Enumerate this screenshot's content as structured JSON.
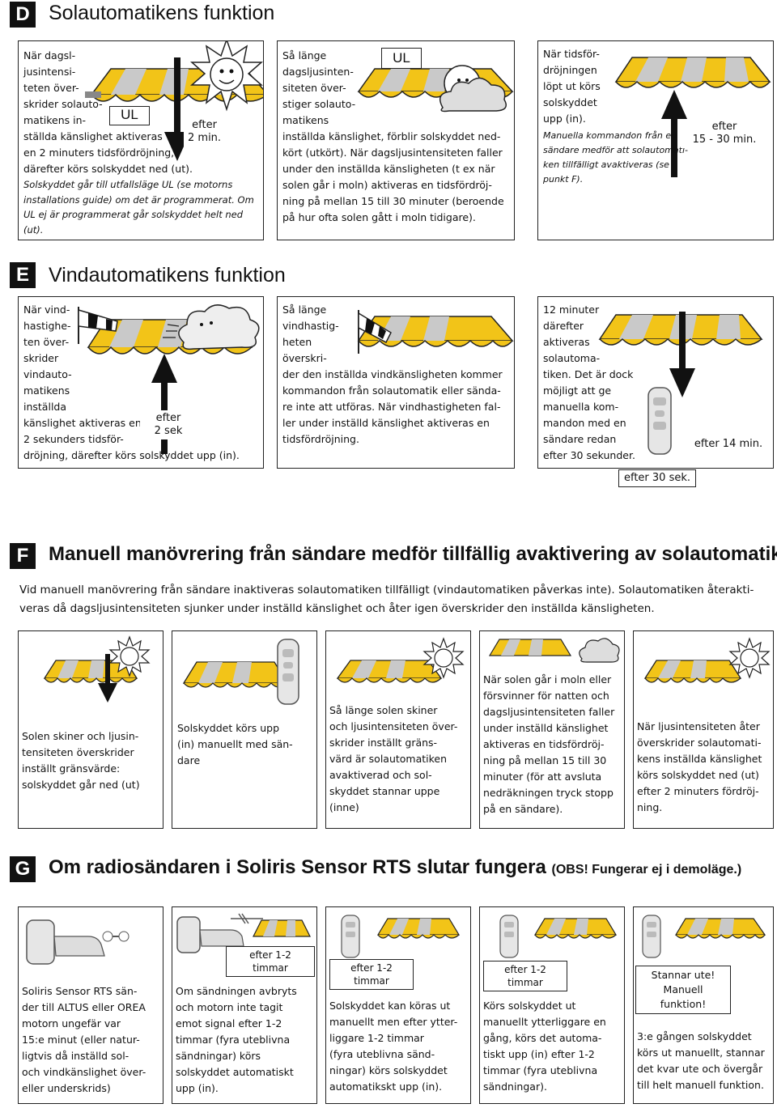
{
  "sections": {
    "d": {
      "letter": "D",
      "title": "Solautomatikens funktion"
    },
    "e": {
      "letter": "E",
      "title": "Vindautomatikens funktion"
    },
    "f": {
      "letter": "F",
      "title": "Manuell manövrering från sändare medför tillfällig avaktivering av solautomatik.",
      "intro": "Vid manuell manövrering från sändare inaktiveras solautomatiken tillfälligt (vindautomatiken påverkas inte). Solautomatiken återakti-\nveras då dagsljusintensiteten sjunker under inställd känslighet och åter igen överskrider den inställda känsligheten."
    },
    "g": {
      "letter": "G",
      "title": "Om radiosändaren i Soliris Sensor RTS slutar fungera",
      "note": "(OBS! Fungerar ej i demoläge.)"
    }
  },
  "d_panels": [
    {
      "text": "När dagsl-\njusintensi-\nteten över-\nskrider solauto-\nmatikens in-\nställda känslighet aktiveras\nen 2 minuters tidsfördröjning,\ndärefter körs solskyddet ned (ut).",
      "italic": "Solskyddet går till utfallsläge UL (se motorns\ninstallations guide) om det är programmerat. Om\nUL ej är programmerat går solskyddet helt ned\n(ut).",
      "ul": "UL",
      "tag": "efter\n2 min."
    },
    {
      "text": "Så länge\ndagsljusinten-\nsiteten över-\nstiger solauto-\nmatikens\ninställda känslighet, förblir solskyddet ned-\nkört (utkört). När dagsljusintensiteten faller\nunder den inställda känsligheten (t ex när\nsolen går i moln) aktiveras en tidsfördröj-\nning på mellan 15 till 30 minuter (beroende\npå hur ofta solen gått i moln tidigare).",
      "ul": "UL"
    },
    {
      "text": "När tidsför-\ndröjningen\nlöpt ut körs\nsolskyddet\nupp (in).",
      "italic": "Manuella kommandon från en\nsändare medför att solautomati-\nken tillfälligt avaktiveras (se\npunkt F).",
      "tag": "efter\n15 - 30 min."
    }
  ],
  "e_panels": [
    {
      "text": "När vind-\nhastighe-\nten över-\nskrider\nvindauto-\nmatikens\ninställda\nkänslighet aktiveras en\n2 sekunders tidsför-\ndröjning, därefter körs solskyddet upp (in).",
      "tag": "efter\n2 sek"
    },
    {
      "text": "Så länge\nvindhastig-\nheten\növerskri-\nder den inställda vindkänsligheten kommer\nkommandon från solautomatik eller sända-\nre inte att utföras. När vindhastigheten fal-\nler under inställd känslighet aktiveras en\ntidsfördröjning."
    },
    {
      "text": "12 minuter\ndärefter\naktiveras\nsolautoma-\ntiken. Det är dock\nmöjligt att ge\nmanuella kom-\nmandon med en\nsändare redan\nefter 30 sekunder.",
      "tag_a": "efter 14 min.",
      "tag_b": "efter 30 sek."
    }
  ],
  "f_panels": [
    {
      "text": "Solen skiner och ljusin-\ntensiteten överskrider\ninställt gränsvärde:\nsolskyddet går ned (ut)"
    },
    {
      "text": "Solskyddet körs upp\n(in) manuellt med sän-\ndare"
    },
    {
      "text": "Så länge solen skiner\noch ljusintensiteten över-\nskrider inställt gräns-\nvärd är solautomatiken\navaktiverad och sol-\nskyddet stannar uppe\n(inne)"
    },
    {
      "text": "När solen går i moln eller\nförsvinner för natten och\ndagsljusintensiteten faller\nunder inställd känslighet\naktiveras en tidsfördröj-\nning på mellan 15 till 30\nminuter (för att avsluta\nnedräkningen tryck stopp\npå en sändare)."
    },
    {
      "text": "När ljusintensiteten åter\növerskrider solautomati-\nkens inställda känslighet\nkörs solskyddet ned (ut)\nefter 2 minuters fördröj-\nning."
    }
  ],
  "g_panels": [
    {
      "text": "Soliris Sensor RTS sän-\nder till ALTUS eller OREA\nmotorn ungefär var\n15:e minut (eller natur-\nligtvis då inställd sol-\noch vindkänslighet över-\neller underskrids)"
    },
    {
      "tag": "efter 1-2 timmar",
      "text": "Om sändningen avbryts\noch motorn inte tagit\nemot signal efter 1-2\ntimmar (fyra uteblivna\nsändningar) körs\nsolskyddet automatiskt\nupp (in)."
    },
    {
      "tag": "efter 1-2 timmar",
      "text": "Solskyddet kan köras ut\nmanuellt men efter ytter-\nliggare 1-2 timmar\n(fyra uteblivna sänd-\nningar) körs solskyddet\nautomatikskt upp (in)."
    },
    {
      "tag": "efter 1-2 timmar",
      "text": "Körs solskyddet ut\nmanuellt ytterliggare en\ngång, körs det automa-\ntiskt upp (in) efter 1-2\ntimmar (fyra uteblivna\nsändningar)."
    },
    {
      "tag": "Stannar ute!\nManuell funktion!",
      "text": "3:e gången solskyddet\nkörs ut manuellt, stannar\ndet kvar ute och övergår\ntill helt manuell funktion."
    }
  ],
  "colors": {
    "stripe_yellow": "#f2c418",
    "stripe_grey": "#bfbfbf",
    "ink": "#111111"
  },
  "icons": [
    "awning-icon",
    "sun-icon",
    "cloud-icon",
    "windsock-icon",
    "arrow-down-icon",
    "arrow-up-icon",
    "remote-icon",
    "sensor-icon"
  ]
}
